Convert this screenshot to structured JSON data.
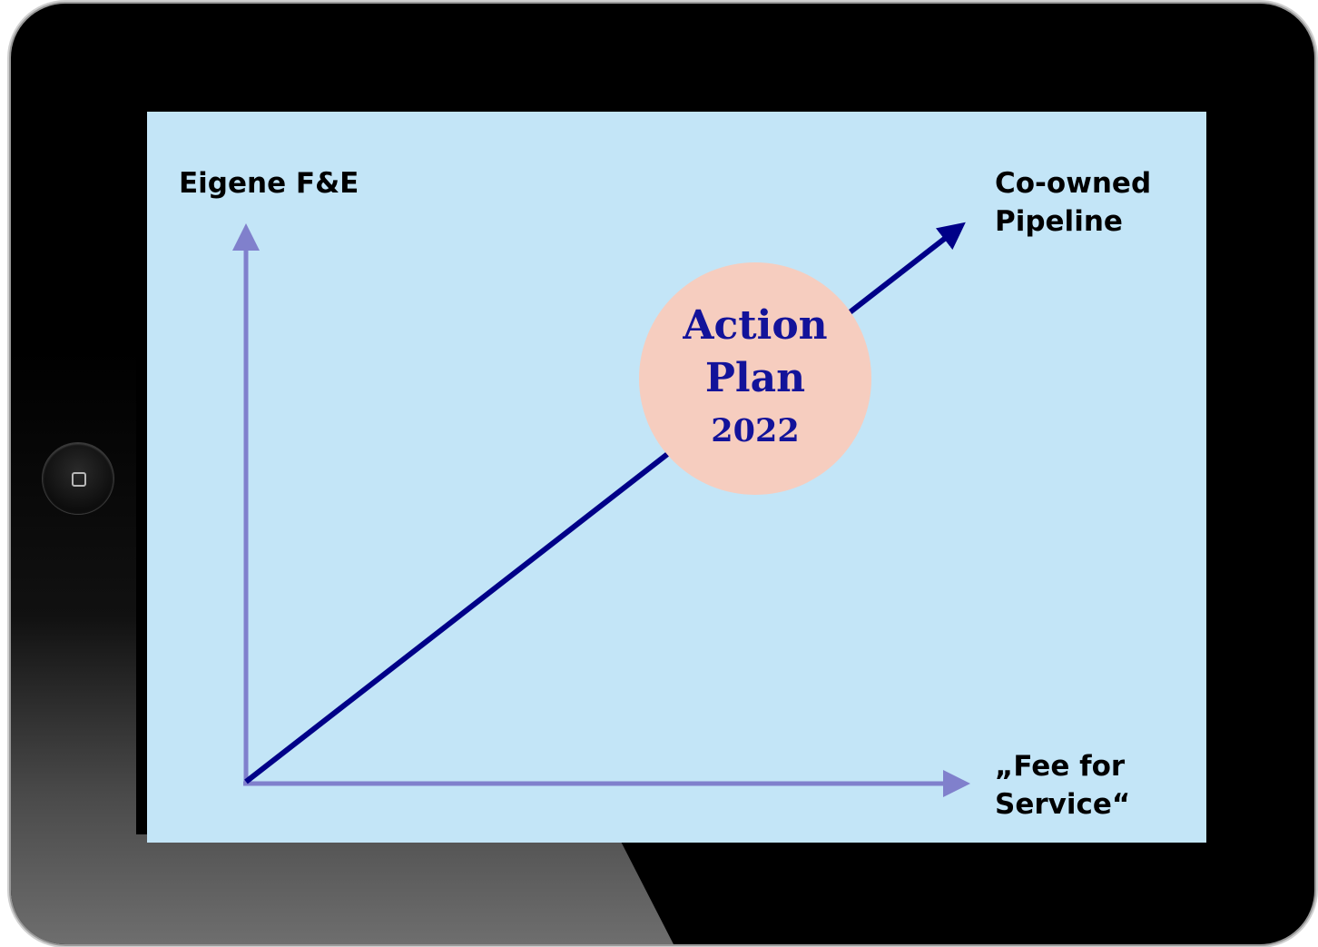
{
  "diagram": {
    "y_axis_label": "Eigene F&E",
    "x_axis_label": "„Fee for\nService“",
    "diagonal_label": "Co-owned\nPipeline",
    "center_circle": {
      "line1": "Action",
      "line2": "Plan",
      "line3": "2022"
    }
  },
  "colors": {
    "screen_background": "#c3e5f7",
    "axis": "#8080cc",
    "diagonal_arrow": "#000088",
    "circle_fill": "#f6cdbf",
    "circle_text": "#13139a"
  }
}
